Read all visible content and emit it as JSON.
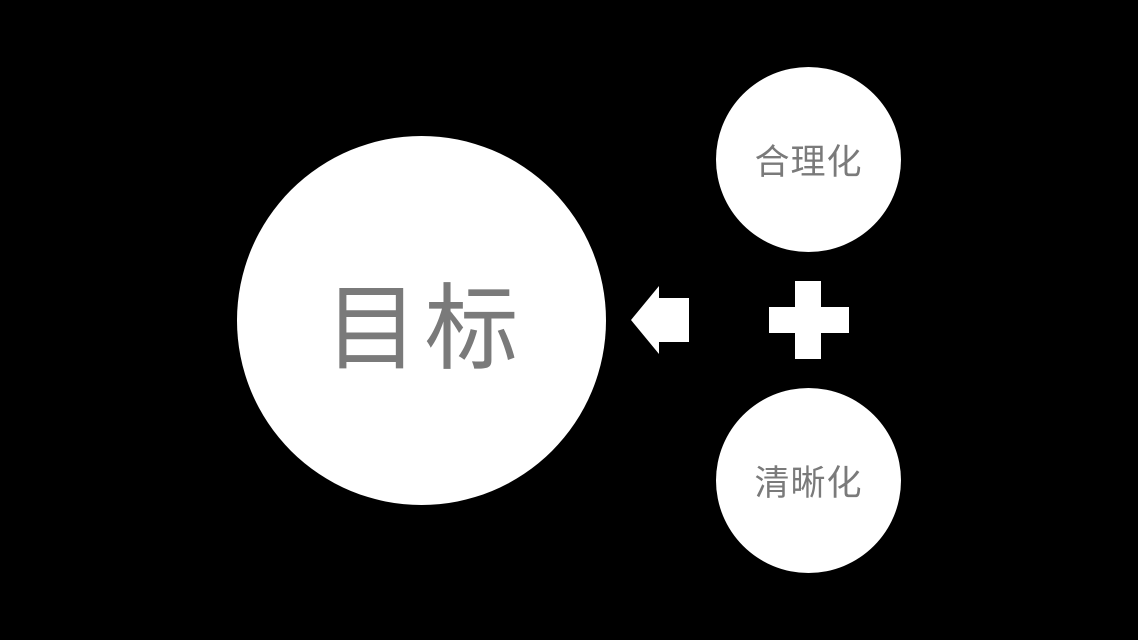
{
  "diagram": {
    "main_node": {
      "label": "目标"
    },
    "sub_nodes": [
      {
        "label": "合理化"
      },
      {
        "label": "清晰化"
      }
    ],
    "connectors": {
      "combine_icon": "plus-icon",
      "direction_icon": "arrow-left-icon"
    },
    "colors": {
      "background": "#000000",
      "node_fill": "#ffffff",
      "text": "#7a7a7a"
    }
  }
}
